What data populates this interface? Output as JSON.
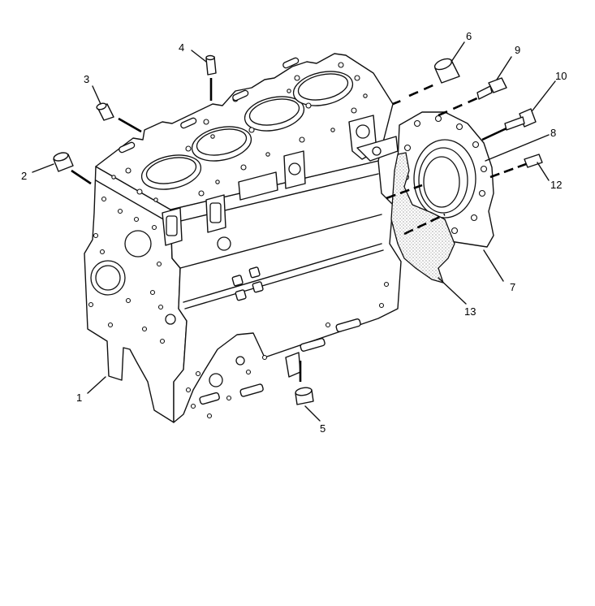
{
  "callouts": [
    {
      "id": "1",
      "label": "1"
    },
    {
      "id": "2",
      "label": "2"
    },
    {
      "id": "3",
      "label": "3"
    },
    {
      "id": "4",
      "label": "4"
    },
    {
      "id": "5",
      "label": "5"
    },
    {
      "id": "6",
      "label": "6"
    },
    {
      "id": "7",
      "label": "7"
    },
    {
      "id": "8",
      "label": "8"
    },
    {
      "id": "9",
      "label": "9"
    },
    {
      "id": "10",
      "label": "10"
    },
    {
      "id": "12",
      "label": "12"
    },
    {
      "id": "13",
      "label": "13"
    }
  ],
  "colors": {
    "line": "#111111",
    "background": "#ffffff"
  }
}
